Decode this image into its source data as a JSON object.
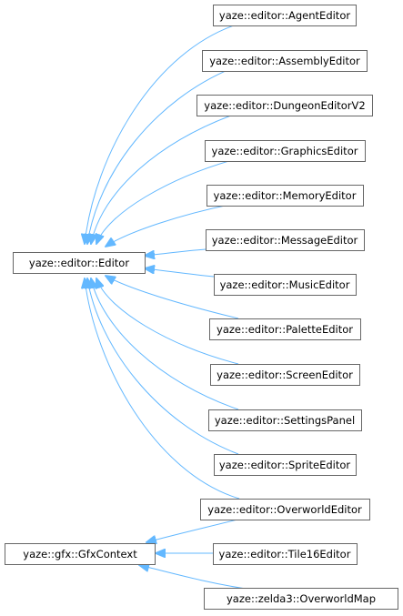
{
  "colors": {
    "edge": "#63b8ff",
    "box_border": "#666666",
    "text": "#000000",
    "background": "#ffffff"
  },
  "nodes": {
    "editor": "yaze::editor::Editor",
    "gfx_context": "yaze::gfx::GfxContext",
    "agent_editor": "yaze::editor::AgentEditor",
    "assembly_editor": "yaze::editor::AssemblyEditor",
    "dungeon_editor_v2": "yaze::editor::DungeonEditorV2",
    "graphics_editor": "yaze::editor::GraphicsEditor",
    "memory_editor": "yaze::editor::MemoryEditor",
    "message_editor": "yaze::editor::MessageEditor",
    "music_editor": "yaze::editor::MusicEditor",
    "palette_editor": "yaze::editor::PaletteEditor",
    "screen_editor": "yaze::editor::ScreenEditor",
    "settings_panel": "yaze::editor::SettingsPanel",
    "sprite_editor": "yaze::editor::SpriteEditor",
    "overworld_editor": "yaze::editor::OverworldEditor",
    "tile16_editor": "yaze::editor::Tile16Editor",
    "overworld_map": "yaze::zelda3::OverworldMap"
  },
  "edges": [
    {
      "from": "agent_editor",
      "to": "editor"
    },
    {
      "from": "assembly_editor",
      "to": "editor"
    },
    {
      "from": "dungeon_editor_v2",
      "to": "editor"
    },
    {
      "from": "graphics_editor",
      "to": "editor"
    },
    {
      "from": "memory_editor",
      "to": "editor"
    },
    {
      "from": "message_editor",
      "to": "editor"
    },
    {
      "from": "music_editor",
      "to": "editor"
    },
    {
      "from": "palette_editor",
      "to": "editor"
    },
    {
      "from": "screen_editor",
      "to": "editor"
    },
    {
      "from": "settings_panel",
      "to": "editor"
    },
    {
      "from": "sprite_editor",
      "to": "editor"
    },
    {
      "from": "overworld_editor",
      "to": "editor"
    },
    {
      "from": "overworld_editor",
      "to": "gfx_context"
    },
    {
      "from": "tile16_editor",
      "to": "gfx_context"
    },
    {
      "from": "overworld_map",
      "to": "gfx_context"
    }
  ]
}
